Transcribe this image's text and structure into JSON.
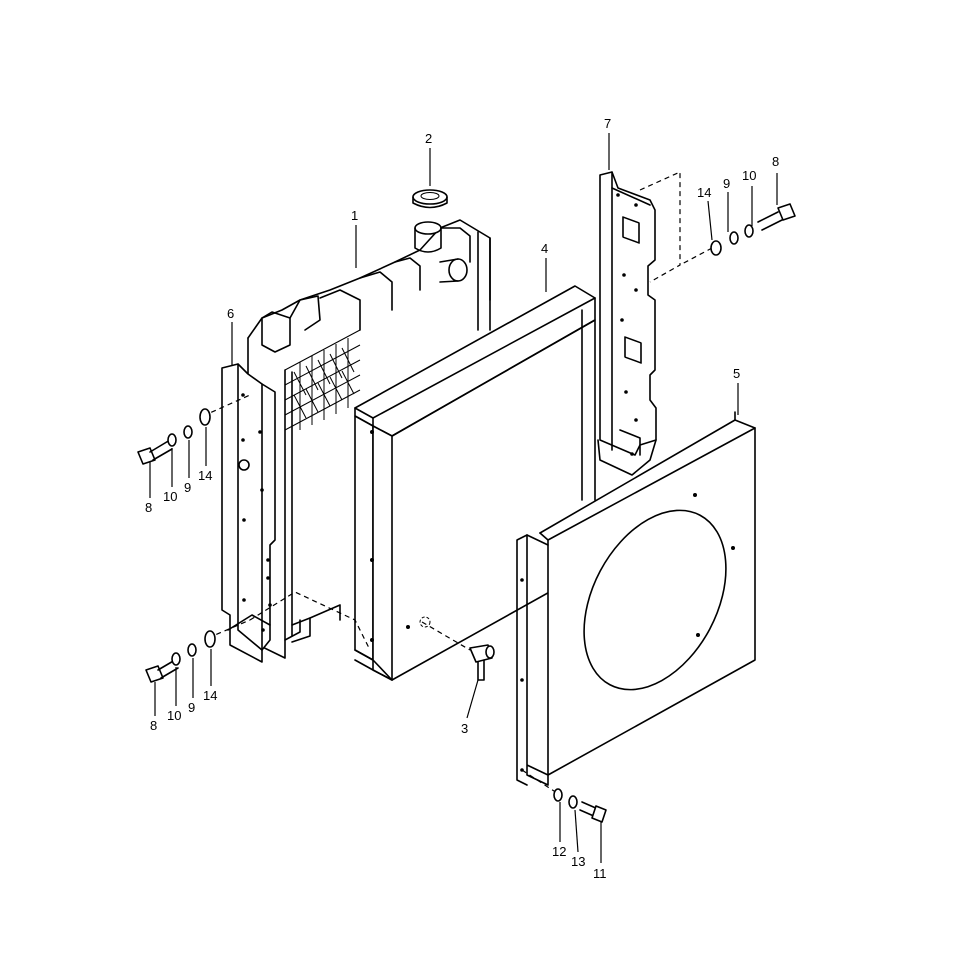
{
  "callouts": [
    {
      "id": "c1",
      "text": "1"
    },
    {
      "id": "c2",
      "text": "2"
    },
    {
      "id": "c3",
      "text": "3"
    },
    {
      "id": "c4",
      "text": "4"
    },
    {
      "id": "c5",
      "text": "5"
    },
    {
      "id": "c6",
      "text": "6"
    },
    {
      "id": "c7",
      "text": "7"
    },
    {
      "id": "c8a",
      "text": "8"
    },
    {
      "id": "c8b",
      "text": "8"
    },
    {
      "id": "c8c",
      "text": "8"
    },
    {
      "id": "c9a",
      "text": "9"
    },
    {
      "id": "c9b",
      "text": "9"
    },
    {
      "id": "c9c",
      "text": "9"
    },
    {
      "id": "c10a",
      "text": "10"
    },
    {
      "id": "c10b",
      "text": "10"
    },
    {
      "id": "c10c",
      "text": "10"
    },
    {
      "id": "c14a",
      "text": "14"
    },
    {
      "id": "c14b",
      "text": "14"
    },
    {
      "id": "c14c",
      "text": "14"
    },
    {
      "id": "c11",
      "text": "11"
    },
    {
      "id": "c12",
      "text": "12"
    },
    {
      "id": "c13",
      "text": "13"
    }
  ]
}
